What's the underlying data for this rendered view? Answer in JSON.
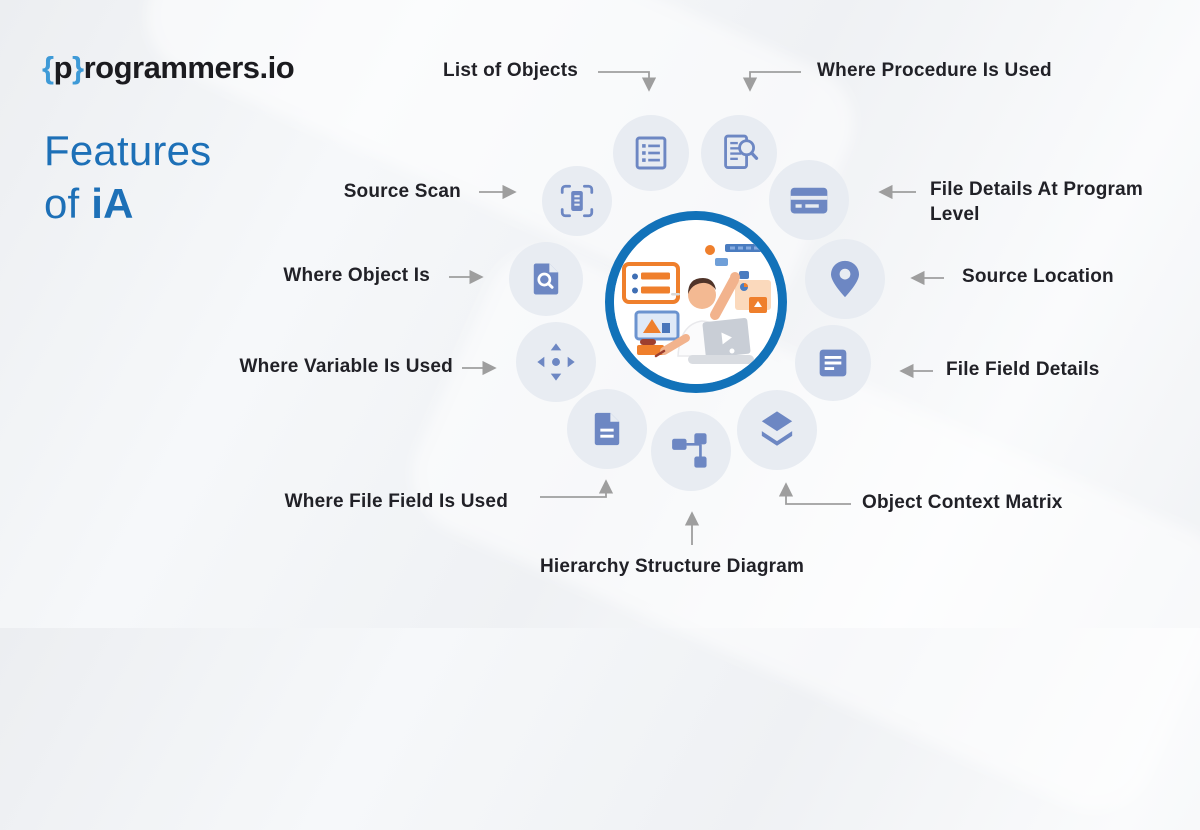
{
  "logo": {
    "brace_open": "{",
    "p": "p",
    "brace_close": "}",
    "rest": "rogrammers.io"
  },
  "title": {
    "line1": "Features",
    "line2_prefix": "of ",
    "line2_em": "iA"
  },
  "features": [
    {
      "label": "List of Objects",
      "icon": "list-icon"
    },
    {
      "label": "Where Procedure Is Used",
      "icon": "document-search-icon"
    },
    {
      "label": "Source Scan",
      "icon": "scan-document-icon"
    },
    {
      "label": "File Details At Program Level",
      "icon": "card-details-icon"
    },
    {
      "label": "Where Object Is",
      "icon": "file-search-icon"
    },
    {
      "label": "Source Location",
      "icon": "map-pin-icon"
    },
    {
      "label": "Where Variable Is Used",
      "icon": "move-arrows-icon"
    },
    {
      "label": "File Field Details",
      "icon": "note-lines-icon"
    },
    {
      "label": "Where File Field Is Used",
      "icon": "document-icon"
    },
    {
      "label": "Hierarchy Structure Diagram",
      "icon": "flowchart-icon"
    },
    {
      "label": "Object Context Matrix",
      "icon": "layers-icon"
    }
  ],
  "colors": {
    "accent_blue": "#1272b9",
    "icon_blue": "#6d87c3",
    "satellite_circle_bg": "#e8ecf2",
    "arrow_gray": "#9e9e9e",
    "label_text": "#212127",
    "logo_brace_blue": "#3e9ad7",
    "title_blue": "#1d70b7",
    "illustration_orange": "#ef7f2c"
  }
}
